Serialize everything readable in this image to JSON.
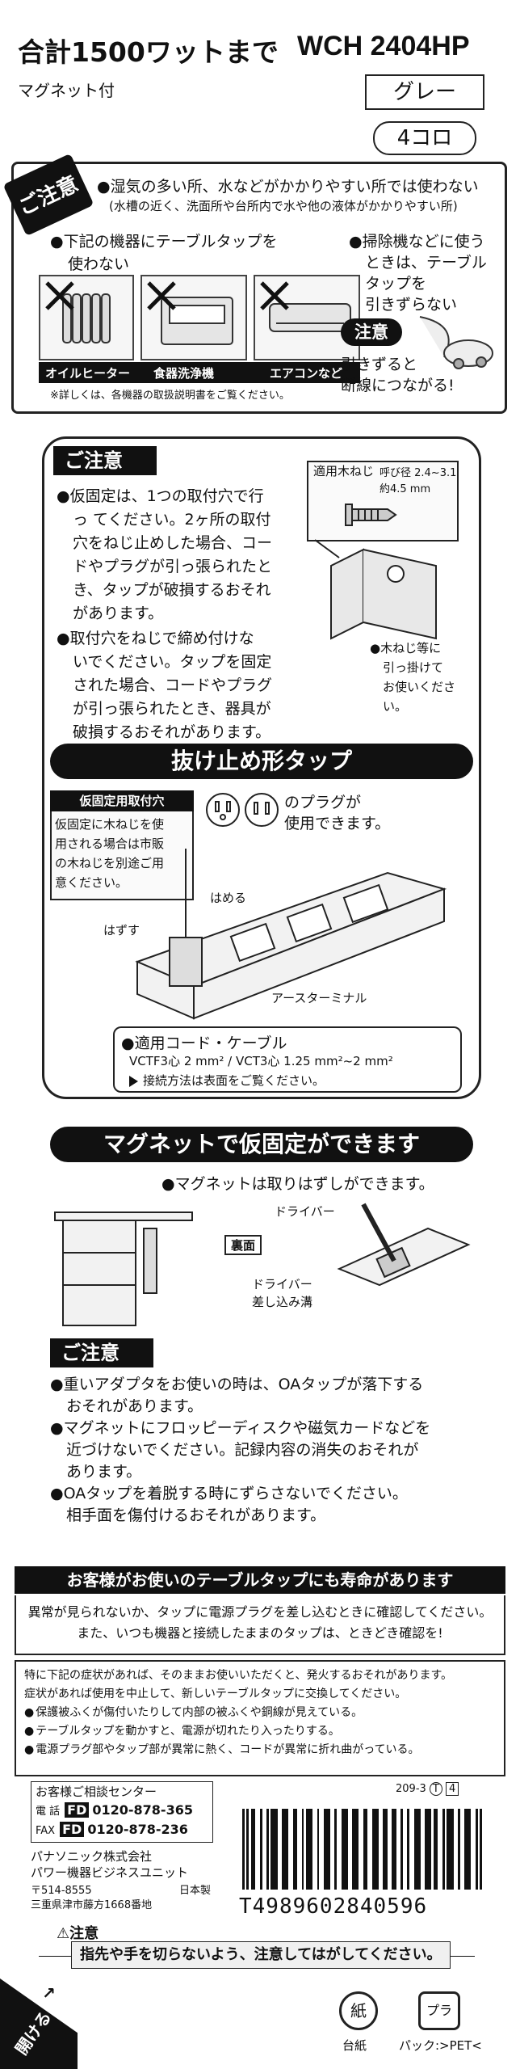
{
  "header": {
    "wattage_label": "合計1500ワットまで",
    "model": "WCH 2404HP",
    "feature": "マグネット付",
    "color_label": "グレー",
    "outlets_label": "4コロ"
  },
  "caution_top": {
    "badge": "ご注意",
    "line1": "●湿気の多い所、水などがかかりやすい所では使わない",
    "line2": "(水槽の近く、洗面所や台所内で水や他の液体がかかりやすい所)",
    "devices_title_1": "●下記の機器にテーブルタップを",
    "devices_title_2": "使わない",
    "device1": "オイルヒーター",
    "device2": "食器洗浄機",
    "device3": "エアコンなど",
    "device_note": "※詳しくは、各機器の取扱説明書をご覧ください。",
    "cleaner_1": "●掃除機などに使う",
    "cleaner_2": "ときは、テーブル",
    "cleaner_3": "タップを",
    "cleaner_4": "引きずらない",
    "chui": "注意",
    "cleaner_warn_1": "引きずると",
    "cleaner_warn_2": "断線につながる!"
  },
  "caution_mount": {
    "badge": "ご注意",
    "para1": [
      "●仮固定は、1つの取付穴で行",
      "っ てください。2ヶ所の取付",
      "穴をねじ止めした場合、コー",
      "ドやプラグが引っ張られたと",
      "き、タップが破損するおそれ",
      "があります。"
    ],
    "para2": [
      "●取付穴をねじで締め付けな",
      "いでください。タップを固定",
      "された場合、コードやプラグ",
      "が引っ張られたとき、器具が",
      "破損するおそれがあります。"
    ],
    "screw_label": "適用木ねじ",
    "screw_spec": "呼び径 2.4~3.1",
    "screw_size": "約4.5 mm",
    "hook_note": [
      "●木ねじ等に",
      "引っ掛けて",
      "お使いくださ",
      "い。"
    ]
  },
  "lock_section": {
    "title": "抜け止め形タップ",
    "temp_hole": "仮固定用取付穴",
    "temp_note": [
      "仮固定に木ねじを使",
      "用される場合は市販",
      "の木ねじを別途ご用",
      "意ください。"
    ],
    "plug_note": [
      "のプラグが",
      "使用できます。"
    ],
    "hameru": "はめる",
    "hazusu": "はずす",
    "earth": "アースターミナル"
  },
  "cable": {
    "title": "●適用コード・ケーブル",
    "spec": "VCTF3心 2 mm² / VCT3心 1.25 mm²~2 mm²",
    "note": "接続方法は表面をご覧ください。"
  },
  "magnet": {
    "title": "マグネットで仮固定ができます",
    "note": "●マグネットは取りはずしができます。",
    "driver": "ドライバー",
    "back": "裏面",
    "slot_1": "ドライバー",
    "slot_2": "差し込み溝"
  },
  "caution_oa": {
    "badge": "ご注意",
    "items": [
      [
        "●重いアダプタをお使いの時は、OAタップが落下する",
        "おそれがあります。"
      ],
      [
        "●マグネットにフロッピーディスクや磁気カードなどを",
        "近づけないでください。記録内容の消失のおそれが",
        "あります。"
      ],
      [
        "●OAタップを着脱する時にずらさないでください。",
        "相手面を傷付けるおそれがあります。"
      ]
    ]
  },
  "lifespan": {
    "title": "お客様がお使いのテーブルタップにも寿命があります",
    "intro_1": "異常が見られないか、タップに電源プラグを差し込むときに確認してください。",
    "intro_2": "また、いつも機器と接続したままのタップは、ときどき確認を!",
    "warn_1": "特に下記の症状があれば、そのままお使いいただくと、発火するおそれがあります。",
    "warn_2": "症状があれば使用を中止して、新しいテーブルタップに交換してください。",
    "items": [
      "保護被ふくが傷付いたりして内部の被ふくや銅線が見えている。",
      "テーブルタップを動かすと、電源が切れたり入ったりする。",
      "電源プラグ部やタップ部が異常に熱く、コードが異常に折れ曲がっている。"
    ]
  },
  "contact": {
    "center": "お客様ご相談センター",
    "tel_label": "電 話",
    "tel": "0120-878-365",
    "fax_label": "FAX",
    "fax": "0120-878-236",
    "company_1": "パナソニック株式会社",
    "company_2": "パワー機器ビジネスユニット",
    "postal": "〒514-8555",
    "made_in": "日本製",
    "address": "三重県津市藤方1668番地",
    "code": "209-3",
    "code_t": "T",
    "code_4": "4",
    "jan": "T4989602840596"
  },
  "bottom": {
    "caution": "注意",
    "caution_text": "指先や手を切らないよう、注意してはがしてください。",
    "open": "開ける",
    "recycle_1": "紙",
    "recycle_1_label": "台紙",
    "recycle_2": "プラ",
    "recycle_2_label": "パック:>PET<"
  }
}
